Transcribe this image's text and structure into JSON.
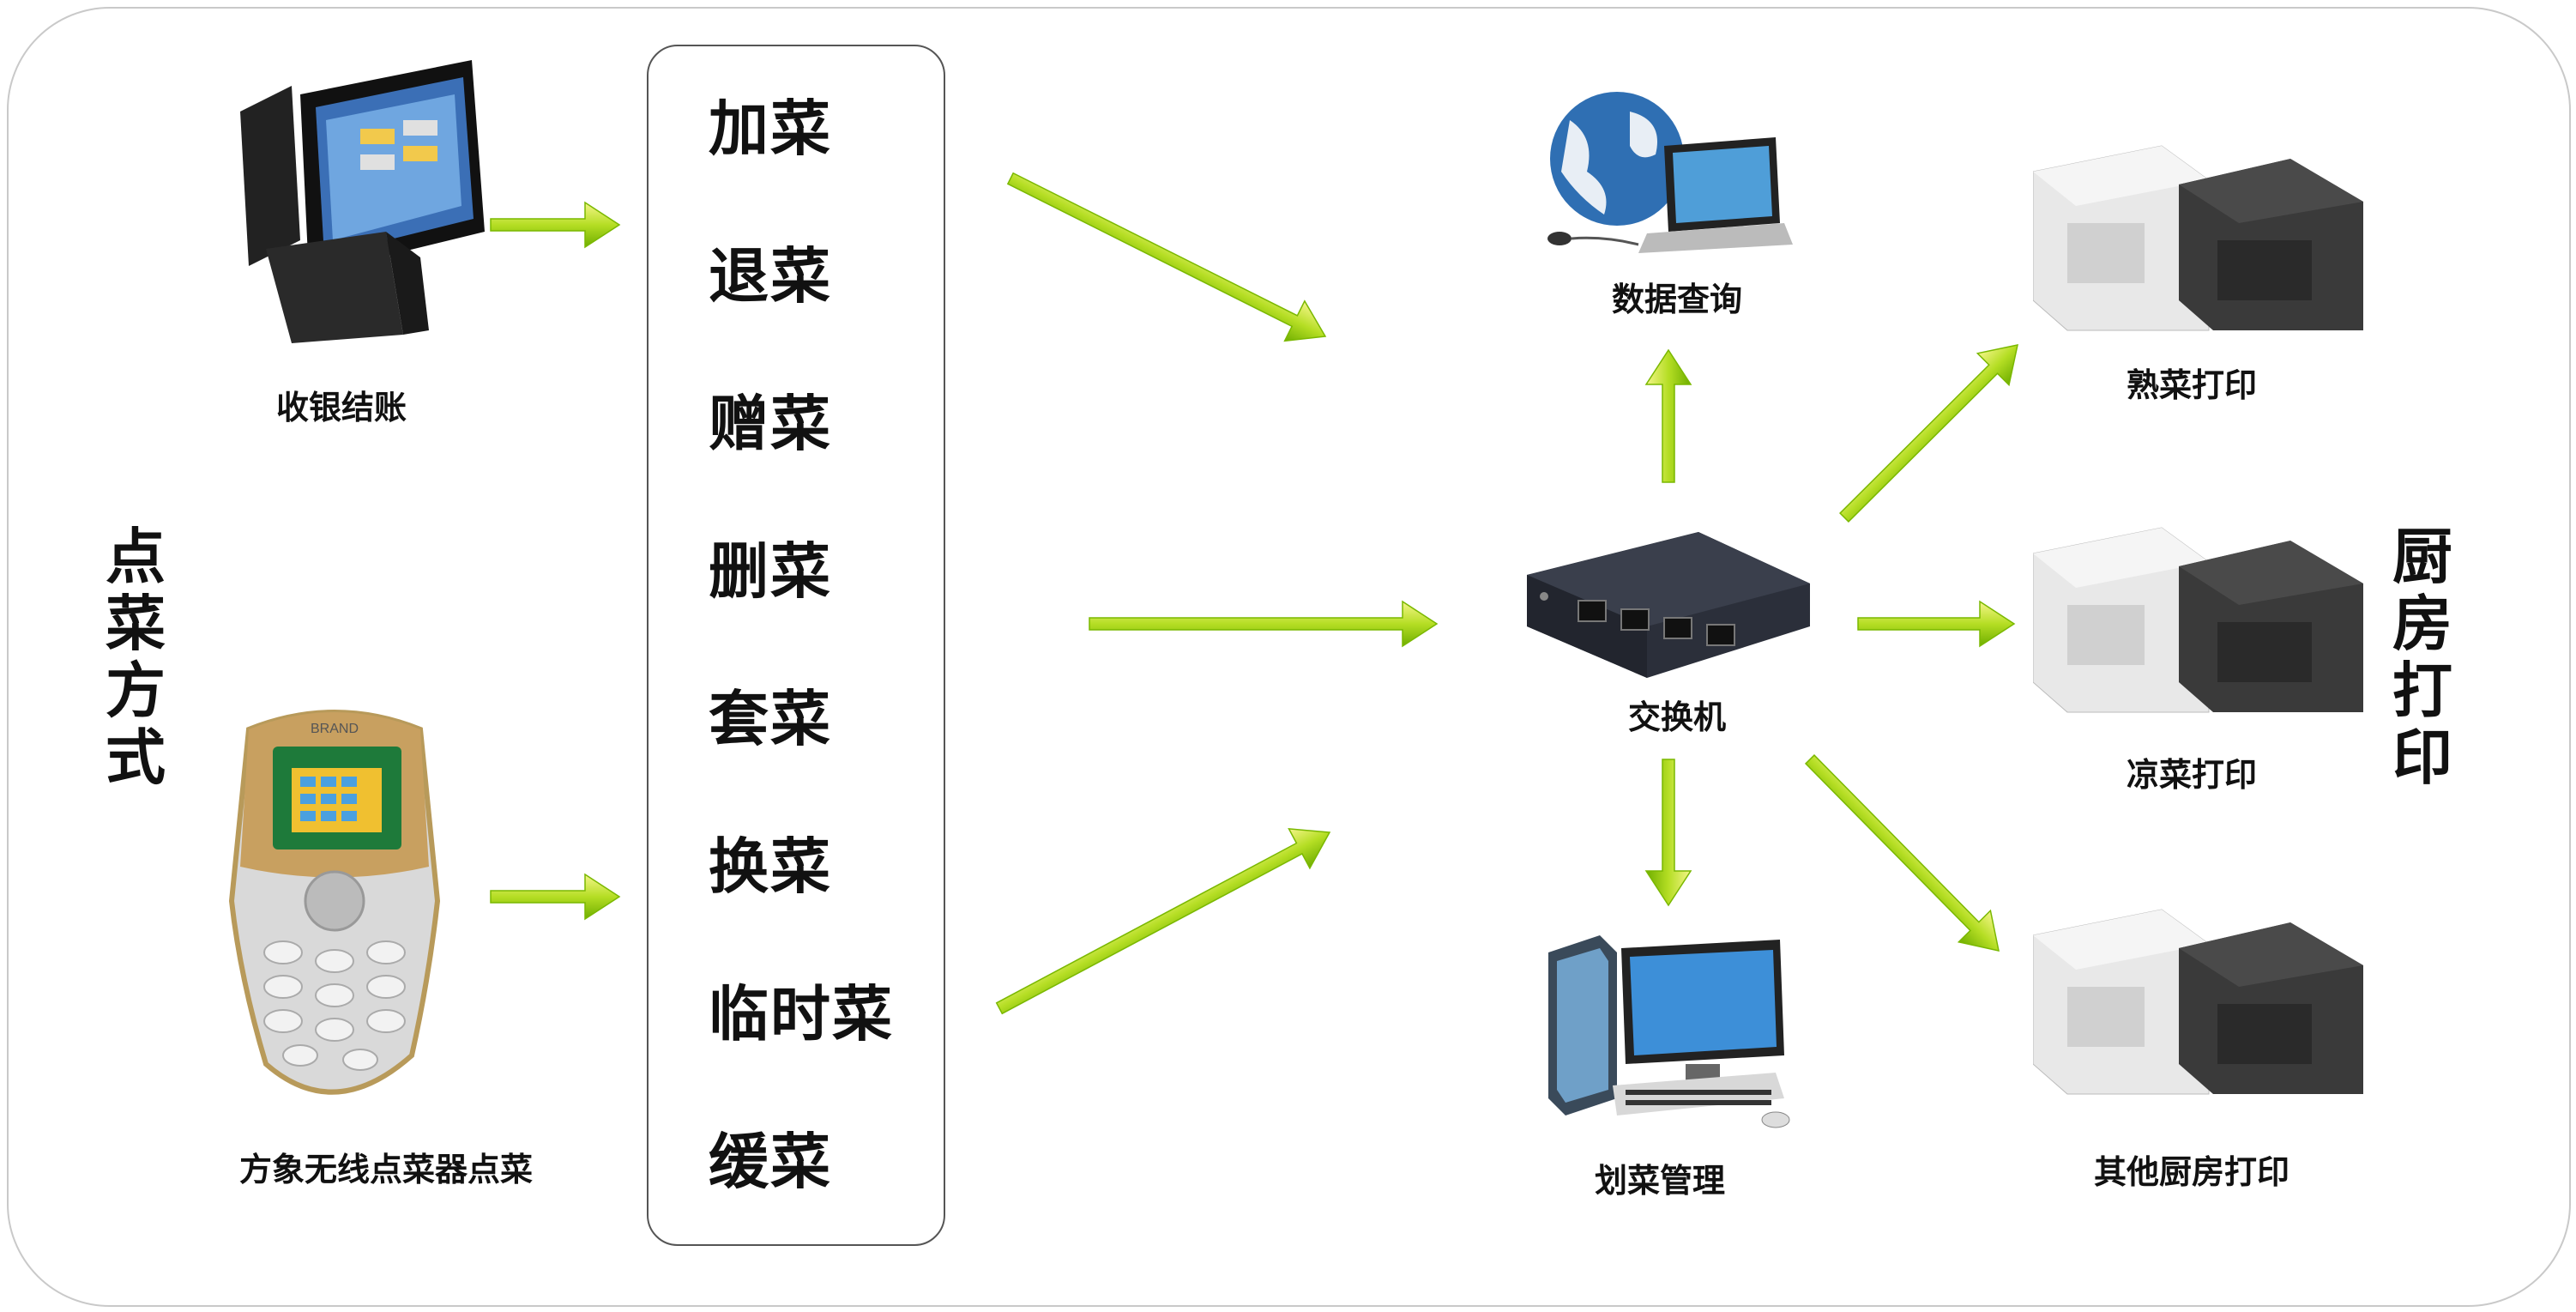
{
  "left_title": [
    "点",
    "菜",
    "方",
    "式"
  ],
  "right_title": [
    "厨",
    "房",
    "打",
    "印"
  ],
  "devices": {
    "pos": "收银结账",
    "handheld": "方象无线点菜器点菜",
    "handheld_brand": "BRAND",
    "data_query": "数据查询",
    "switch": "交换机",
    "dish_mgmt": "划菜管理",
    "printer_hot": "熟菜打印",
    "printer_cold": "凉菜打印",
    "printer_other": "其他厨房打印"
  },
  "order_actions": [
    "加菜",
    "退菜",
    "赠菜",
    "删菜",
    "套菜",
    "换菜",
    "临时菜",
    "缓菜"
  ],
  "colors": {
    "arrow_light": "#f2f27a",
    "arrow_mid": "#b8e02a",
    "arrow_dark": "#7ab800",
    "frame": "#c9c9c9"
  }
}
